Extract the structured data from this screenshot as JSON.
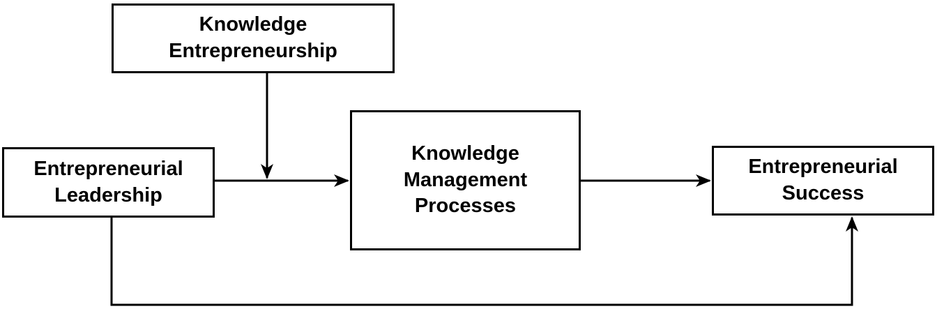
{
  "diagram": {
    "type": "concept-model",
    "background_color": "#ffffff",
    "line_color": "#000000",
    "text_color": "#000000",
    "nodes": [
      {
        "id": "knowledge-entrepreneurship",
        "label": "Knowledge\nEntrepreneurship"
      },
      {
        "id": "entrepreneurial-leadership",
        "label": "Entrepreneurial\nLeadership"
      },
      {
        "id": "knowledge-management-processes",
        "label": "Knowledge\nManagement\nProcesses"
      },
      {
        "id": "entrepreneurial-success",
        "label": "Entrepreneurial\nSuccess"
      }
    ],
    "edges": [
      {
        "from": "entrepreneurial-leadership",
        "to": "knowledge-management-processes",
        "style": "arrow",
        "route": "direct"
      },
      {
        "from": "knowledge-entrepreneurship",
        "to": "edge(entrepreneurial-leadership -> knowledge-management-processes)",
        "style": "arrow",
        "route": "moderator-down"
      },
      {
        "from": "knowledge-management-processes",
        "to": "entrepreneurial-success",
        "style": "arrow",
        "route": "direct"
      },
      {
        "from": "entrepreneurial-leadership",
        "to": "entrepreneurial-success",
        "style": "arrow",
        "route": "bottom-loop"
      }
    ]
  }
}
